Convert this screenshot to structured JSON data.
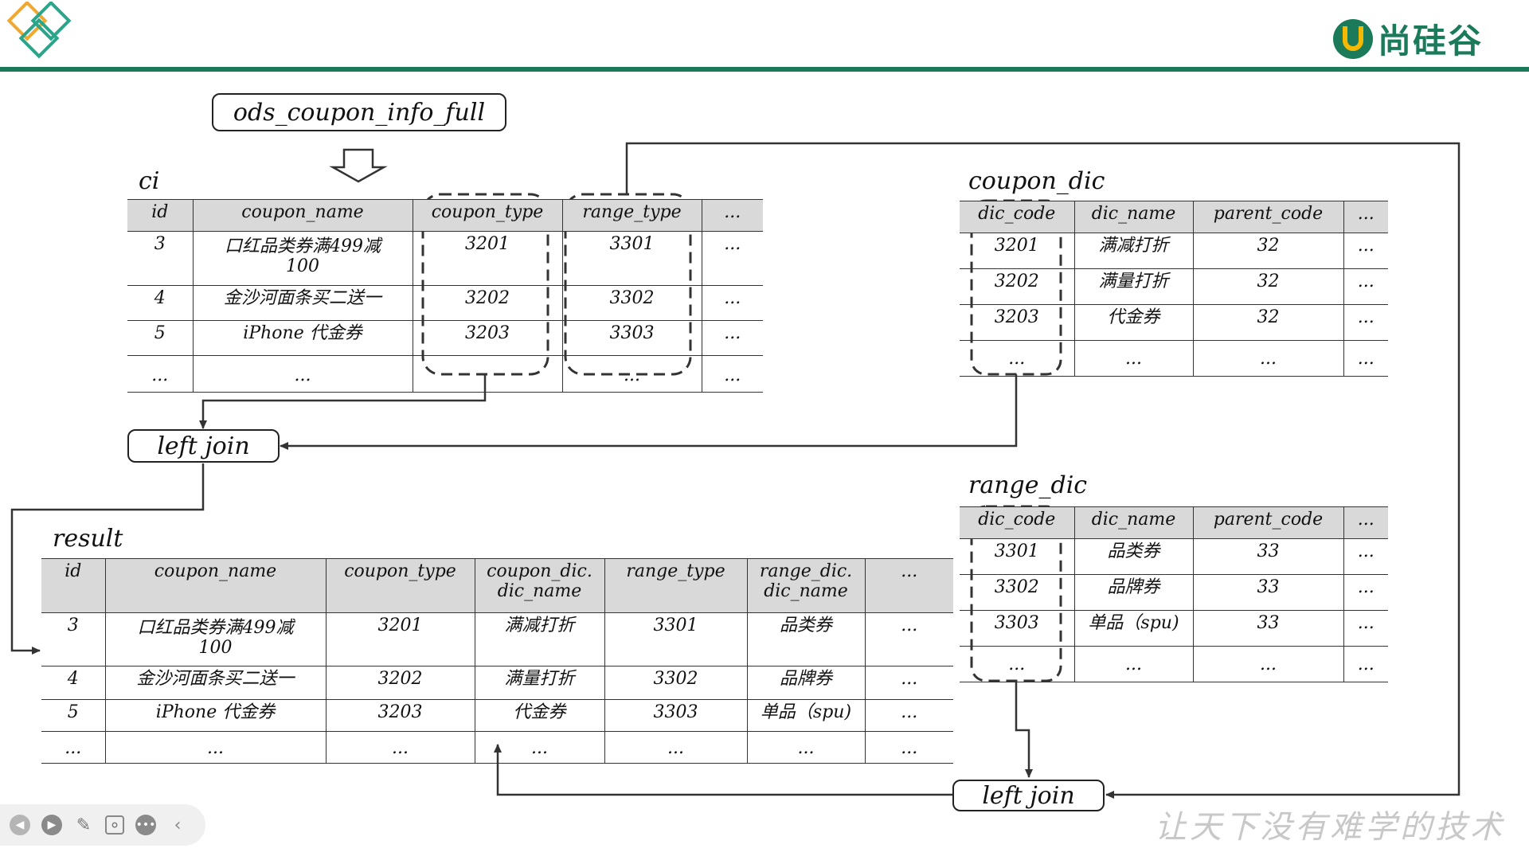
{
  "header": {
    "brand": "尚硅谷",
    "slogan": "让天下没有难学的技术",
    "accent": "#1a7a5a"
  },
  "source_table": "ods_coupon_info_full",
  "join_label_1": "left join",
  "join_label_2": "left join",
  "ci": {
    "title": "ci",
    "columns": [
      "id",
      "coupon_name",
      "coupon_type",
      "range_type",
      "..."
    ],
    "rows": [
      [
        "3",
        "口红品类券满499减100",
        "3201",
        "3301",
        "..."
      ],
      [
        "4",
        "金沙河面条买二送一",
        "3202",
        "3302",
        "..."
      ],
      [
        "5",
        "iPhone 代金券",
        "3203",
        "3303",
        "..."
      ],
      [
        "...",
        "...",
        "",
        "...",
        "..."
      ]
    ]
  },
  "coupon_dic": {
    "title": "coupon_dic",
    "columns": [
      "dic_code",
      "dic_name",
      "parent_code",
      "..."
    ],
    "rows": [
      [
        "3201",
        "满减打折",
        "32",
        "..."
      ],
      [
        "3202",
        "满量打折",
        "32",
        "..."
      ],
      [
        "3203",
        "代金券",
        "32",
        "..."
      ],
      [
        "...",
        "...",
        "...",
        "..."
      ]
    ]
  },
  "range_dic": {
    "title": "range_dic",
    "columns": [
      "dic_code",
      "dic_name",
      "parent_code",
      "..."
    ],
    "rows": [
      [
        "3301",
        "品类券",
        "33",
        "..."
      ],
      [
        "3302",
        "品牌券",
        "33",
        "..."
      ],
      [
        "3303",
        "单品（spu)",
        "33",
        "..."
      ],
      [
        "...",
        "...",
        "...",
        "..."
      ]
    ]
  },
  "result": {
    "title": "result",
    "columns": [
      "id",
      "coupon_name",
      "coupon_type",
      "coupon_dic.\ndic_name",
      "range_type",
      "range_dic.\ndic_name",
      "..."
    ],
    "rows": [
      [
        "3",
        "口红品类券满499减100",
        "3201",
        "满减打折",
        "3301",
        "品类券",
        "..."
      ],
      [
        "4",
        "金沙河面条买二送一",
        "3202",
        "满量打折",
        "3302",
        "品牌券",
        "..."
      ],
      [
        "5",
        "iPhone 代金券",
        "3203",
        "代金券",
        "3303",
        "单品（spu)",
        "..."
      ],
      [
        "...",
        "...",
        "...",
        "...",
        "...",
        "...",
        "..."
      ]
    ]
  }
}
